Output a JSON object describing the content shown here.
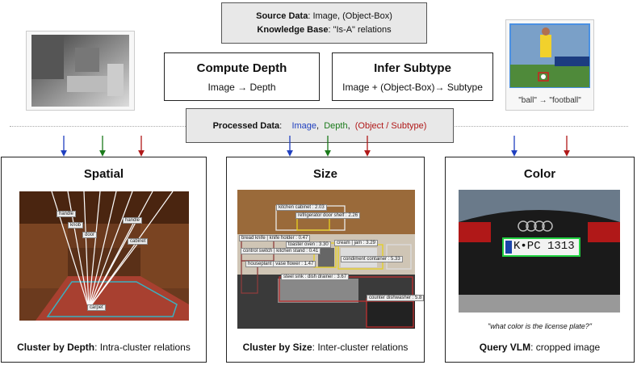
{
  "source": {
    "label": "Source Data",
    "value": ": Image, (Object-Box)",
    "kb_label": "Knowledge Base",
    "kb_value": ": \"Is-A\" relations"
  },
  "compute_depth": {
    "title": "Compute Depth",
    "formula": "Image → Depth"
  },
  "infer_subtype": {
    "title": "Infer Subtype",
    "formula": "Image + (Object-Box)→ Subtype"
  },
  "subtype_example": "\"ball\" → \"football\"",
  "processed": {
    "label": "Processed Data",
    "colon": ":",
    "image": "Image",
    "depth": "Depth",
    "objsub": "(Object / Subtype)",
    "comma": ",",
    "colors": {
      "image": "#1f3fbf",
      "depth": "#1a7a1a",
      "objsub": "#b01818"
    }
  },
  "panels": {
    "spatial": {
      "title": "Spatial",
      "cap_bold": "Cluster by Depth",
      "cap_rest": ": Intra-cluster relations",
      "labels": [
        "handle",
        "knob",
        "door",
        "handle",
        "cabinet",
        "carpet"
      ]
    },
    "size": {
      "title": "Size",
      "cap_bold": "Cluster by Size",
      "cap_rest": ": Inter-cluster relations",
      "labels": [
        "kitchen cabinet : 2.03",
        "refrigerator door shelf : 2.26",
        "bread knife | knife holder : 0.47",
        "toaster oven : 3.30",
        "cream | jam : 3.29",
        "control switch | kitchen stand : 0.41",
        "condiment container : 5.33",
        "houseplant | vase flower : 1.47",
        "steel sink : dish drainer : 3.67",
        "counter dishwasher : 5.8"
      ]
    },
    "color": {
      "title": "Color",
      "question": "\"what color is the license plate?\"",
      "cap_bold": "Query VLM",
      "cap_rest": ": cropped image",
      "plate_text": "K•PC 1313"
    }
  },
  "arrow_colors": {
    "blue": "#1f3fbf",
    "green": "#1a7a1a",
    "red": "#b01818"
  }
}
